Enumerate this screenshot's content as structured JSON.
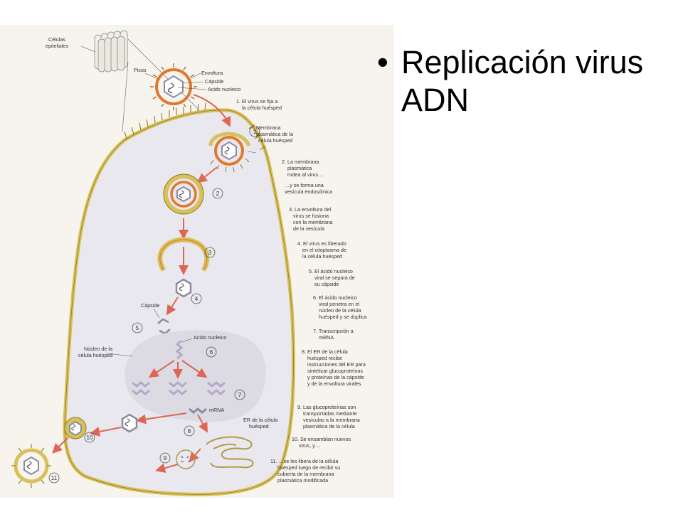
{
  "slide": {
    "bullet_symbol": "•",
    "bullet_text": "Replicación virus ADN"
  },
  "diagram": {
    "labels": {
      "celulas_epiteliales_1": "Células",
      "celulas_epiteliales_2": "epiteliales",
      "picos": "Picos",
      "envoltura": "Envoltura",
      "capside_top": "Cápside",
      "acido_nucleico_top": "Acido nucleico",
      "membrana_1": "Membrana",
      "membrana_2": "plasmática de la",
      "membrana_3": "célula huésped",
      "capside_mid": "Cápside",
      "acido_nucleico_mid": "Acido nucleico",
      "nucleo_1": "Núcleo de la",
      "nucleo_2": "célula huésped",
      "mrna": "mRNA",
      "er_1": "ER de la célula",
      "er_2": "huésped"
    },
    "step_numbers": [
      "1",
      "2",
      "3",
      "4",
      "5",
      "6",
      "7",
      "8",
      "9",
      "10",
      "11"
    ],
    "steps": {
      "s1a": "1. El virus se fija a",
      "s1b": "la célula huésped",
      "s2a": "2. La membrana",
      "s2b": "plasmática",
      "s2c": "rodea al virus…",
      "s2d": "…y se forma una",
      "s2e": "vesícula endosómica",
      "s3a": "3. La envoltura del",
      "s3b": "virus se fusiona",
      "s3c": "con la membrana",
      "s3d": "de la vesícula",
      "s4a": "4. El virus es liberado",
      "s4b": "en el citoplasma de",
      "s4c": "la célula huésped",
      "s5a": "5. El ácido nucleico",
      "s5b": "viral se separa de",
      "s5c": "su cápside",
      "s6a": "6. El ácido nucleico",
      "s6b": "viral penetra en el",
      "s6c": "núcleo de la célula",
      "s6d": "huésped y se duplica",
      "s7a": "7. Transcripción a",
      "s7b": "mRNA",
      "s8a": "8. El ER de la célula",
      "s8b": "huésped recibe",
      "s8c": "instrucciones del ER para",
      "s8d": "sintetizar glucoproteínas",
      "s8e": "y proteínas de la cápside",
      "s8f": "y de la envoltura virales",
      "s9a": "9. Las glucoproteínas son",
      "s9b": "transportadas mediante",
      "s9c": "vesículas a la membrana",
      "s9d": "plasmática de la célula",
      "s10a": "10. Se ensamblan nuevos",
      "s10b": "virus, y…",
      "s11a": "11. …se les libera de la célula",
      "s11b": "huésped luego de recibir su",
      "s11c": "cubierta de la membrana",
      "s11d": "plasmática modificada"
    },
    "colors": {
      "background": "#f7f4ee",
      "cell_fill": "#e9e8ee",
      "membrane": "#d8c05a",
      "membrane_dark": "#8f7a1e",
      "envelope": "#e07830",
      "arrow": "#dd6655",
      "nucleus": "#dcdbe4",
      "dna": "#b4a8c8",
      "capsid": "#8c8ca0"
    }
  }
}
